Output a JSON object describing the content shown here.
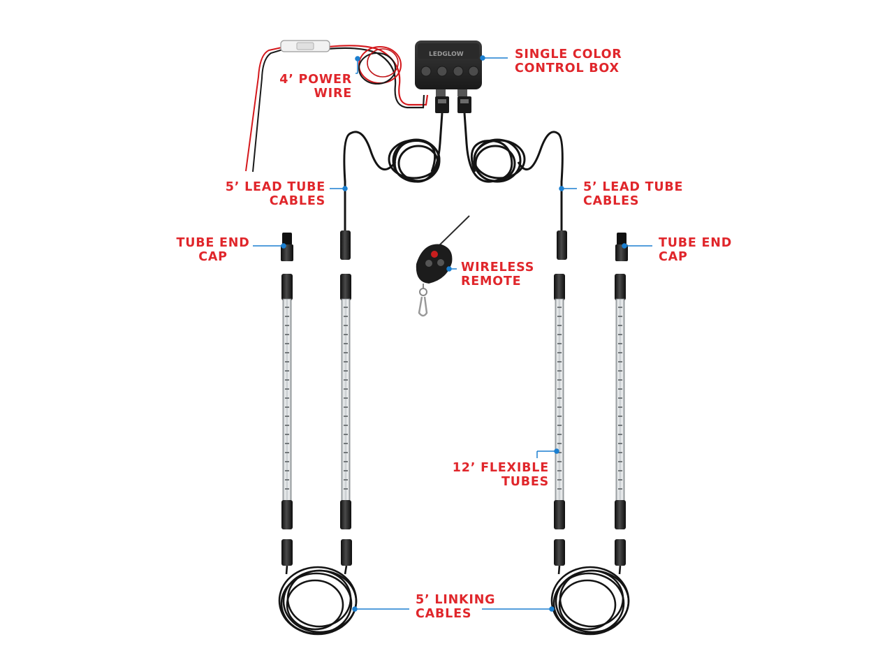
{
  "colors": {
    "label": "#e0262b",
    "leader": "#1b7fd0",
    "cable": "#141414",
    "power_red": "#d4181c",
    "tube_body": "#d9dde0"
  },
  "control_box": {
    "brand": "LEDGLOW",
    "label": [
      "SINGLE COLOR",
      "CONTROL BOX"
    ]
  },
  "power_wire": {
    "label": [
      "4’ POWER",
      "WIRE"
    ]
  },
  "lead_cables": {
    "left_label": [
      "5’ LEAD TUBE",
      "CABLES"
    ],
    "right_label": [
      "5’ LEAD TUBE",
      "CABLES"
    ]
  },
  "end_caps": {
    "left_label": [
      "TUBE END",
      "CAP"
    ],
    "right_label": [
      "TUBE END",
      "CAP"
    ]
  },
  "remote": {
    "label": [
      "WIRELESS",
      "REMOTE"
    ]
  },
  "tubes": {
    "label": [
      "12’ FLEXIBLE",
      "TUBES"
    ]
  },
  "linking_cables": {
    "label": [
      "5’ LINKING",
      "CABLES"
    ]
  }
}
